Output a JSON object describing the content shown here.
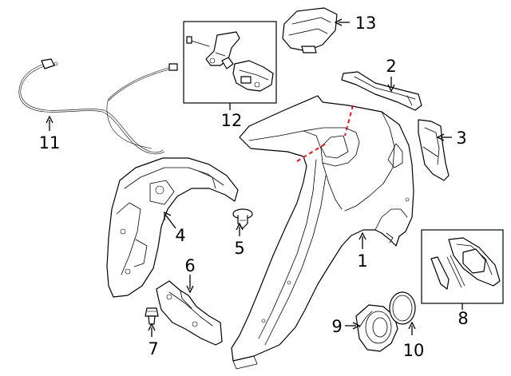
{
  "diagram": {
    "callouts": [
      {
        "id": "c1",
        "label": "1"
      },
      {
        "id": "c2",
        "label": "2"
      },
      {
        "id": "c3",
        "label": "3"
      },
      {
        "id": "c4",
        "label": "4"
      },
      {
        "id": "c5",
        "label": "5"
      },
      {
        "id": "c6",
        "label": "6"
      },
      {
        "id": "c7",
        "label": "7"
      },
      {
        "id": "c8",
        "label": "8"
      },
      {
        "id": "c9",
        "label": "9"
      },
      {
        "id": "c10",
        "label": "10"
      },
      {
        "id": "c11",
        "label": "11"
      },
      {
        "id": "c12",
        "label": "12"
      },
      {
        "id": "c13",
        "label": "13"
      }
    ],
    "colors": {
      "line": "#000000",
      "cut_line": "#e0141c",
      "background": "#ffffff"
    }
  }
}
